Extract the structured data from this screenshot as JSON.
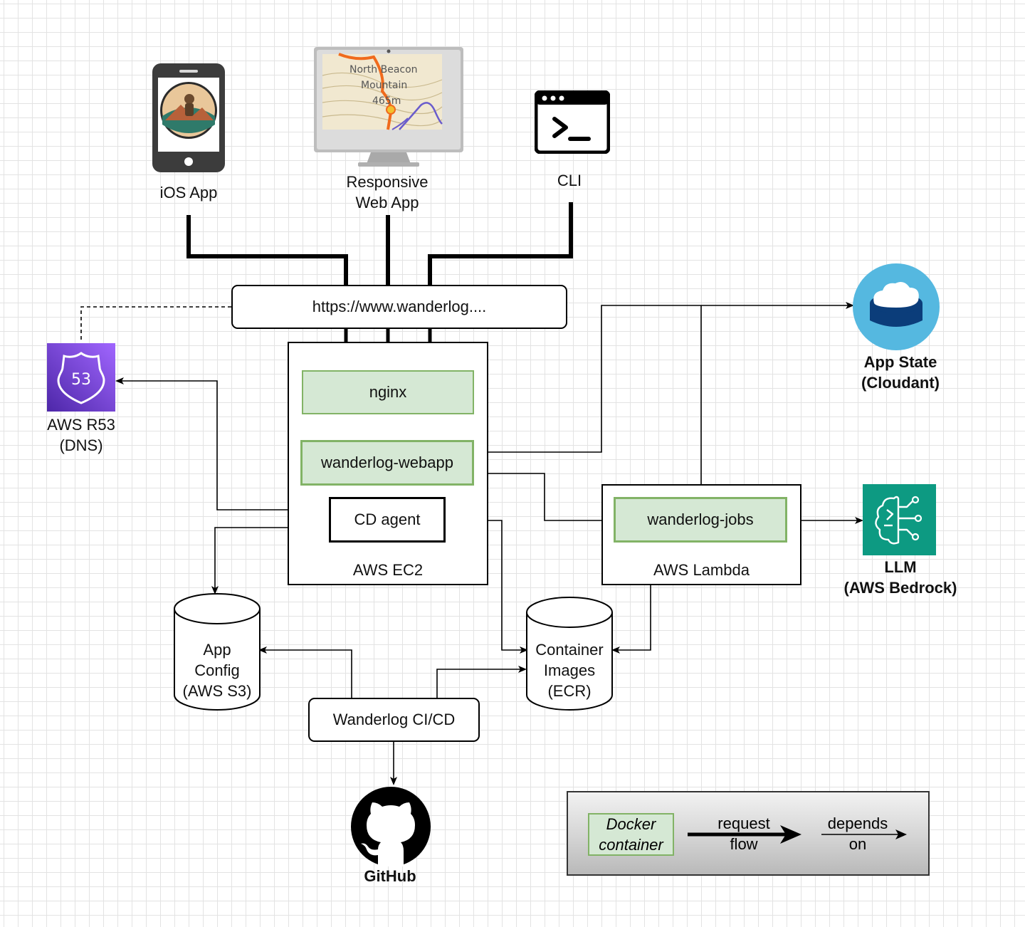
{
  "clients": {
    "ios_label": "iOS App",
    "web_label": "Responsive\nWeb App",
    "cli_label": "CLI",
    "map_line1": "North Beacon",
    "map_line2": "Mountain",
    "map_line3": "465m"
  },
  "url_bar": "https://www.wanderlog....",
  "ec2": {
    "nginx": "nginx",
    "webapp": "wanderlog-webapp",
    "cd_agent": "CD agent",
    "label": "AWS EC2"
  },
  "lambda": {
    "jobs": "wanderlog-jobs",
    "label": "AWS Lambda"
  },
  "services": {
    "r53_label": "AWS R53\n(DNS)",
    "r53_badge": "53",
    "cloudant_label": "App State\n(Cloudant)",
    "bedrock_label": "LLM\n(AWS Bedrock)",
    "s3_label": "App\nConfig\n(AWS S3)",
    "ecr_label": "Container\nImages\n(ECR)",
    "cicd_label": "Wanderlog CI/CD",
    "github_label": "GitHub"
  },
  "legend": {
    "docker": "Docker\ncontainer",
    "request_flow": "request\nflow",
    "depends_on": "depends\non"
  },
  "colors": {
    "container_fill": "#d5e8d4",
    "container_border": "#82b366",
    "r53_purple": "#6a3de8",
    "cloudant_blue": "#55b8e0",
    "bedrock_teal": "#0d9a82"
  }
}
